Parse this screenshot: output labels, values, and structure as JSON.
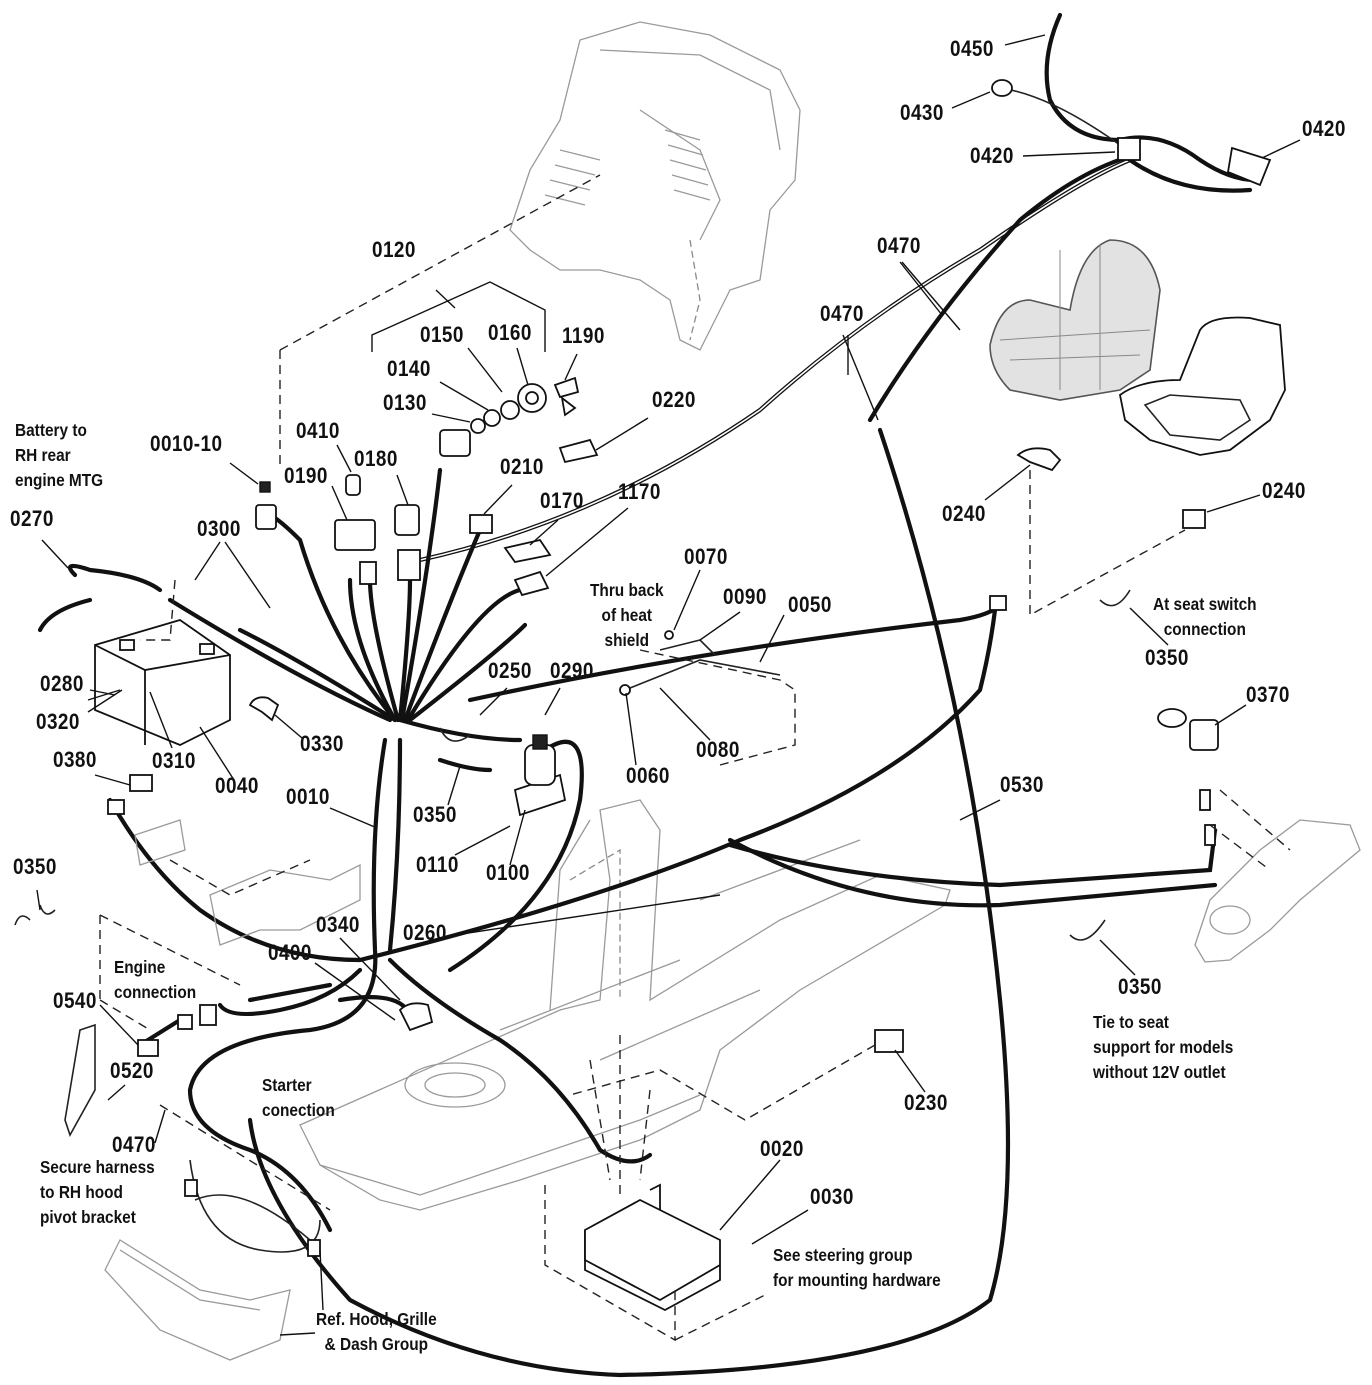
{
  "part_labels": [
    {
      "id": "0450",
      "text": "0450"
    },
    {
      "id": "0430",
      "text": "0430"
    },
    {
      "id": "0420a",
      "text": "0420"
    },
    {
      "id": "0420b",
      "text": "0420"
    },
    {
      "id": "0120",
      "text": "0120"
    },
    {
      "id": "0470a",
      "text": "0470"
    },
    {
      "id": "0470b",
      "text": "0470"
    },
    {
      "id": "0150",
      "text": "0150"
    },
    {
      "id": "0160",
      "text": "0160"
    },
    {
      "id": "1190",
      "text": "1190"
    },
    {
      "id": "0140",
      "text": "0140"
    },
    {
      "id": "0130",
      "text": "0130"
    },
    {
      "id": "0220",
      "text": "0220"
    },
    {
      "id": "0010-10",
      "text": "0010-10"
    },
    {
      "id": "0410",
      "text": "0410"
    },
    {
      "id": "0180",
      "text": "0180"
    },
    {
      "id": "0190",
      "text": "0190"
    },
    {
      "id": "0210",
      "text": "0210"
    },
    {
      "id": "0170",
      "text": "0170"
    },
    {
      "id": "1170",
      "text": "1170"
    },
    {
      "id": "0240a",
      "text": "0240"
    },
    {
      "id": "0240b",
      "text": "0240"
    },
    {
      "id": "0270",
      "text": "0270"
    },
    {
      "id": "0300",
      "text": "0300"
    },
    {
      "id": "0070",
      "text": "0070"
    },
    {
      "id": "0090",
      "text": "0090"
    },
    {
      "id": "0050",
      "text": "0050"
    },
    {
      "id": "0350a",
      "text": "0350"
    },
    {
      "id": "0250",
      "text": "0250"
    },
    {
      "id": "0290",
      "text": "0290"
    },
    {
      "id": "0280",
      "text": "0280"
    },
    {
      "id": "0320",
      "text": "0320"
    },
    {
      "id": "0330",
      "text": "0330"
    },
    {
      "id": "0310",
      "text": "0310"
    },
    {
      "id": "0040",
      "text": "0040"
    },
    {
      "id": "0380",
      "text": "0380"
    },
    {
      "id": "0060",
      "text": "0060"
    },
    {
      "id": "0080",
      "text": "0080"
    },
    {
      "id": "0370",
      "text": "0370"
    },
    {
      "id": "0010",
      "text": "0010"
    },
    {
      "id": "0350b",
      "text": "0350"
    },
    {
      "id": "0110",
      "text": "0110"
    },
    {
      "id": "0100",
      "text": "0100"
    },
    {
      "id": "0530",
      "text": "0530"
    },
    {
      "id": "0350c",
      "text": "0350"
    },
    {
      "id": "0340",
      "text": "0340"
    },
    {
      "id": "0260",
      "text": "0260"
    },
    {
      "id": "0400",
      "text": "0400"
    },
    {
      "id": "0540",
      "text": "0540"
    },
    {
      "id": "0350d",
      "text": "0350"
    },
    {
      "id": "0520",
      "text": "0520"
    },
    {
      "id": "0230",
      "text": "0230"
    },
    {
      "id": "0470c",
      "text": "0470"
    },
    {
      "id": "0020",
      "text": "0020"
    },
    {
      "id": "0030",
      "text": "0030"
    }
  ],
  "notes": {
    "battery": [
      "Battery to",
      "RH rear",
      "engine MTG"
    ],
    "heat_shield": [
      "Thru back",
      "of heat",
      "shield"
    ],
    "seat_switch": [
      "At seat switch",
      "connection"
    ],
    "engine": [
      "Engine",
      "connection"
    ],
    "starter": [
      "Starter",
      "conection"
    ],
    "seat_support": [
      "Tie to seat",
      "support for models",
      "without 12V outlet"
    ],
    "hood_bracket": [
      "Secure harness",
      "to RH hood",
      "pivot bracket"
    ],
    "steering": [
      "See steering group",
      "for mounting hardware"
    ],
    "hood_grille": [
      "Ref. Hood, Grille",
      "& Dash Group"
    ]
  }
}
